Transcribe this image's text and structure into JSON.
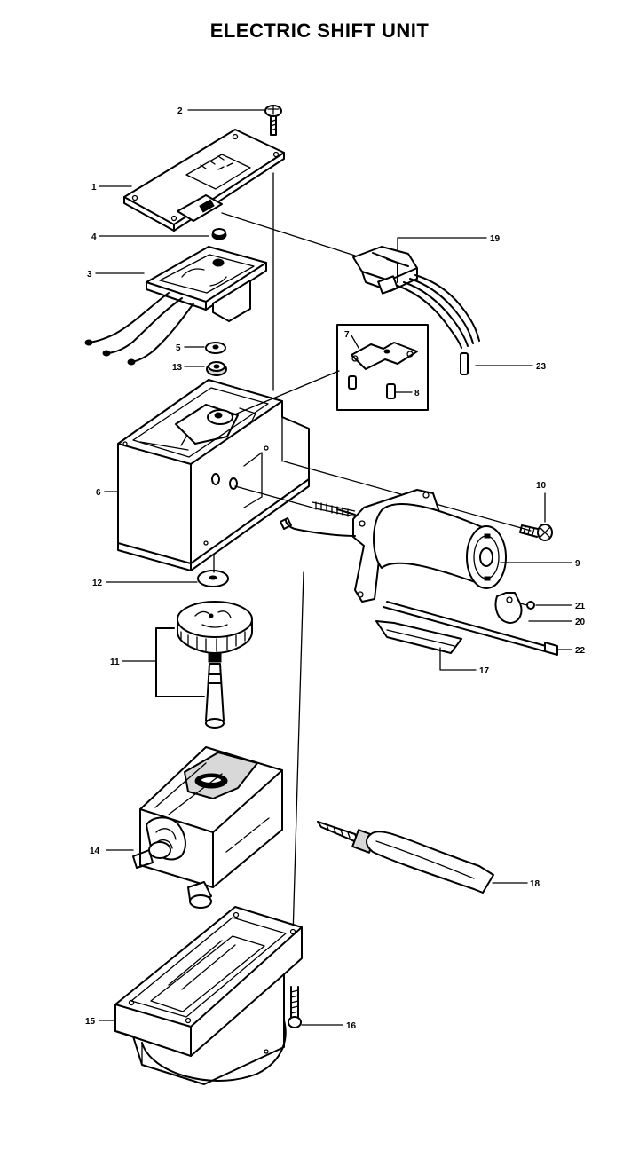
{
  "title": "ELECTRIC SHIFT UNIT",
  "callouts": {
    "c1": "1",
    "c2": "2",
    "c3": "3",
    "c4": "4",
    "c5": "5",
    "c6": "6",
    "c7": "7",
    "c8": "8",
    "c9": "9",
    "c10": "10",
    "c11": "11",
    "c12": "12",
    "c13": "13",
    "c14": "14",
    "c15": "15",
    "c16": "16",
    "c17": "17",
    "c18": "18",
    "c19": "19",
    "c20": "20",
    "c21": "21",
    "c22": "22",
    "c23": "23"
  }
}
